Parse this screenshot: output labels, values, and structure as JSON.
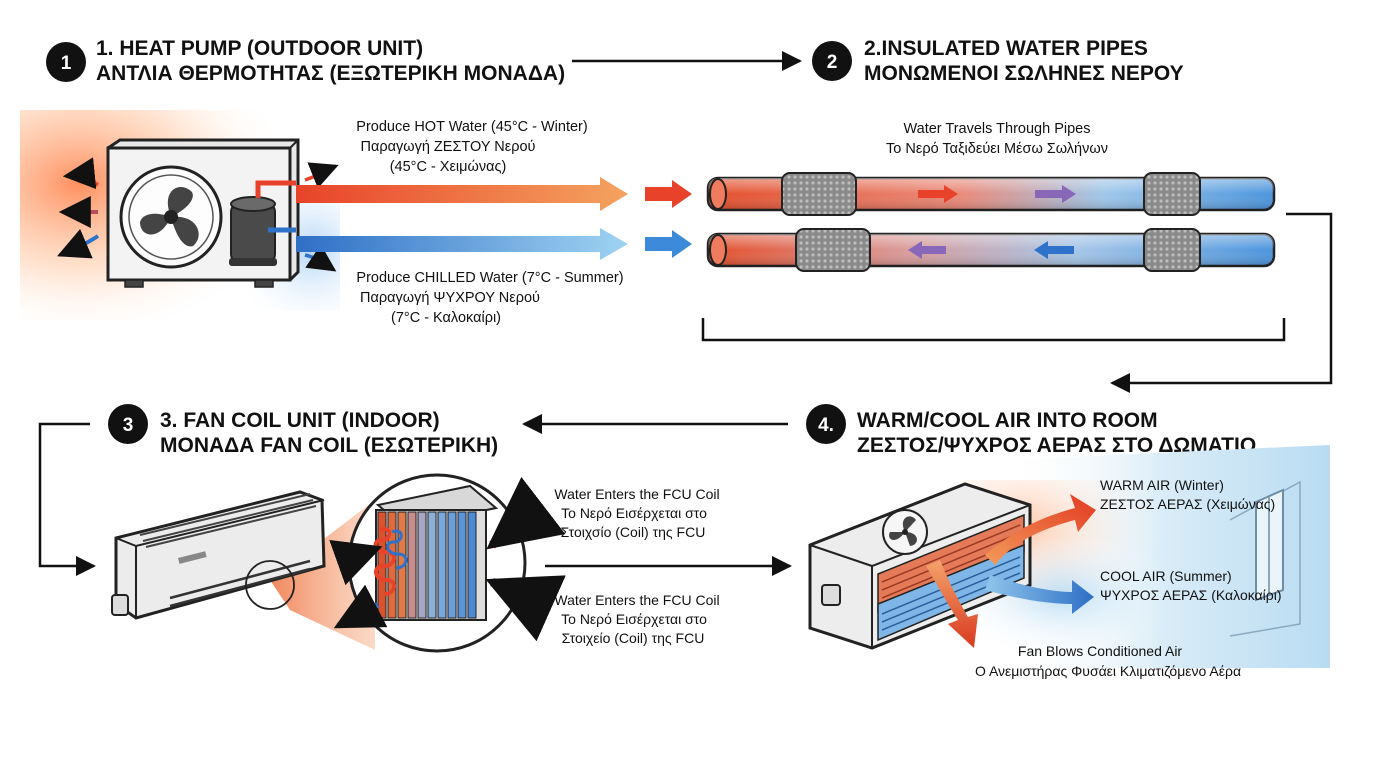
{
  "steps": [
    {
      "number": "1",
      "title_en": "1. HEAT PUMP (OUTDOOR UNIT)",
      "title_el": "ΑΝΤΛΙΑ ΘΕΡΜΟΤΗΤΑΣ (ΕΞΩΤΕΡΙΚΗ ΜΟΝΑΔΑ)"
    },
    {
      "number": "2",
      "title_en": "2.INSULATED WATER PIPES",
      "title_el": "ΜΟΝΩΜΕΝΟΙ ΣΩΛΗΝΕΣ ΝΕΡΟΥ"
    },
    {
      "number": "3",
      "title_en": "3. FAN COIL UNIT (INDOOR)",
      "title_el": "ΜΟΝΑΔΑ FAN COIL (ΕΣΩΤΕΡΙΚΗ)"
    },
    {
      "number": "4.",
      "title_en": "WARM/COOL AIR INTO ROOM",
      "title_el": "ΖΕΣΤΟΣ/ΨΥΧΡΟΣ ΑΕΡΑΣ ΣΤΟ ΔΩΜΑΤΙΟ"
    }
  ],
  "labels": {
    "hot_water": [
      "Produce HOT Water (45°C - Winter)",
      "Παραγωγή ΖΕΣΤΟΥ Νερού",
      "(45°C - Χειμώνας)"
    ],
    "chilled_water": [
      "Produce CHILLED Water (7°C - Summer)",
      "Παραγωγή ΨΥΧΡΟΥ Νερού",
      "(7°C - Καλοκαίρι)"
    ],
    "water_travels": [
      "Water Travels Through Pipes",
      "Το Νερό Ταξιδεύει Μέσω Σωλήνων"
    ],
    "fcu_coil_top": [
      "Water Enters the FCU Coil",
      "Το Νερό Εισέρχεται στο",
      "Στοιχσίο (Coil) της FCU"
    ],
    "fcu_coil_bottom": [
      "Water Enters the FCU Coil",
      "Το Νερό Εισέρχεται στο",
      "Στοιχείο (Coil) της FCU"
    ],
    "warm_air": [
      "WARM AIR (Winter)",
      "ΖΕΣΤΟΣ ΑΕΡΑΣ (Χειμώνας)"
    ],
    "cool_air": [
      "COOL AIR (Summer)",
      "ΨΥΧΡΟΣ ΑΕΡΑΣ (Καλοκαίρι)"
    ],
    "fan_blows": [
      "Fan Blows Conditioned Air",
      "Ο Ανεμιστήρας Φυσάει Κλιματιζόμενο Αέρα"
    ]
  },
  "colors": {
    "hot": "#e8432a",
    "hot_light": "#f39a5a",
    "cold": "#2f72c9",
    "cold_light": "#7fc2ec",
    "outline": "#222222",
    "unit_body": "#eeeeee",
    "room_wall": "#cfe6f4"
  },
  "icons": [
    "fan-icon",
    "compressor-icon",
    "insulation-sleeve-icon",
    "coil-icon",
    "window-icon",
    "arrow-icon"
  ]
}
